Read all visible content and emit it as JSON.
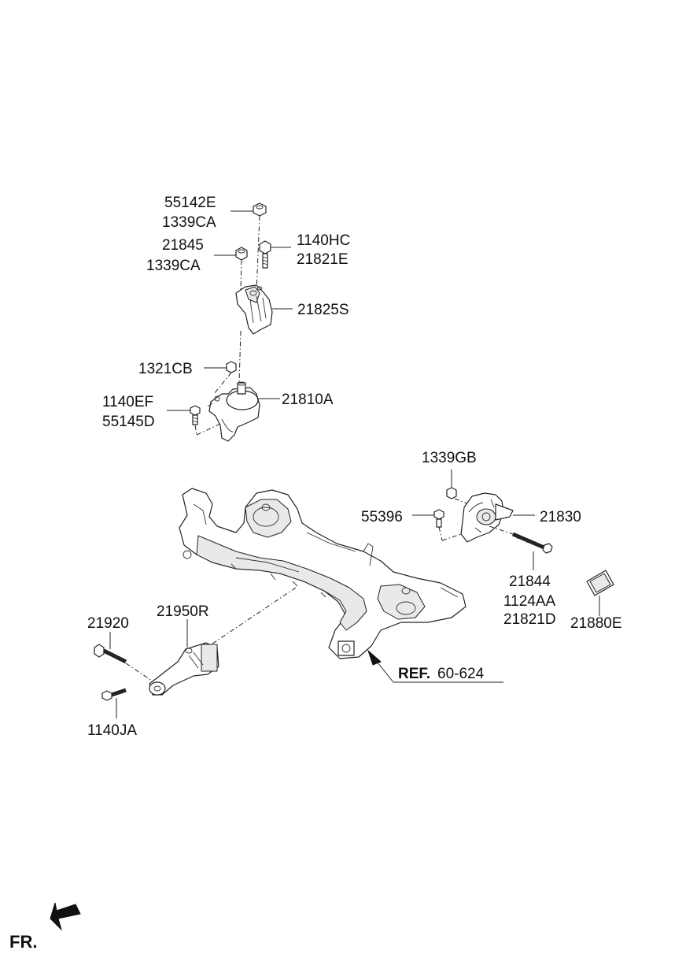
{
  "labels": {
    "p55142E": "55142E",
    "p1339CA_top": "1339CA",
    "p21845": "21845",
    "p1339CA_mid": "1339CA",
    "p1140HC": "1140HC",
    "p21821E": "21821E",
    "p21825S": "21825S",
    "p1321CB": "1321CB",
    "p21810A": "21810A",
    "p1140EF": "1140EF",
    "p55145D": "55145D",
    "p1339GB": "1339GB",
    "p55396": "55396",
    "p21830": "21830",
    "p21844": "21844",
    "p1124AA": "1124AA",
    "p21821D": "21821D",
    "p21880E": "21880E",
    "p21920": "21920",
    "p21950R": "21950R",
    "p1140JA": "1140JA"
  },
  "reference": {
    "prefix": "REF.",
    "number": "60-624"
  },
  "orientation": {
    "label": "FR."
  },
  "icons": {
    "front_arrow": "front-direction-arrow-icon",
    "ref_arrow": "ref-arrow-icon"
  }
}
